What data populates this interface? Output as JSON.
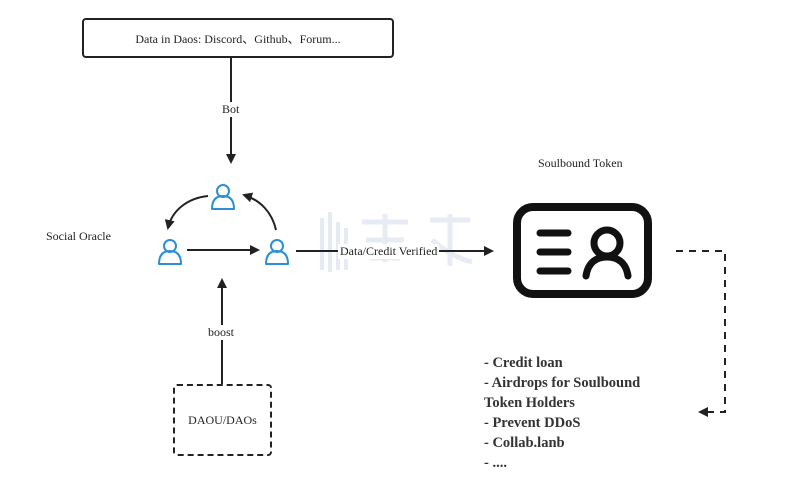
{
  "source_box": {
    "label": "Data in Daos: Discord、Github、Forum..."
  },
  "edge_bot": {
    "label": "Bot"
  },
  "oracle": {
    "label": "Social Oracle"
  },
  "edge_verified": {
    "label": "Data/Credit Verified"
  },
  "token": {
    "label": "Soulbound Token"
  },
  "dao_box": {
    "label": "DAOU/DAOs"
  },
  "edge_boost": {
    "label": "boost"
  },
  "use_cases": {
    "items": [
      "- Credit loan",
      "- Airdrops for Soulbound",
      "Token Holders",
      "- Prevent DDoS",
      "- Collab.lanb",
      "- ...."
    ]
  },
  "colors": {
    "user_icon": "#2b8fd6",
    "line": "#222222",
    "watermark": "#c9d3e6"
  }
}
